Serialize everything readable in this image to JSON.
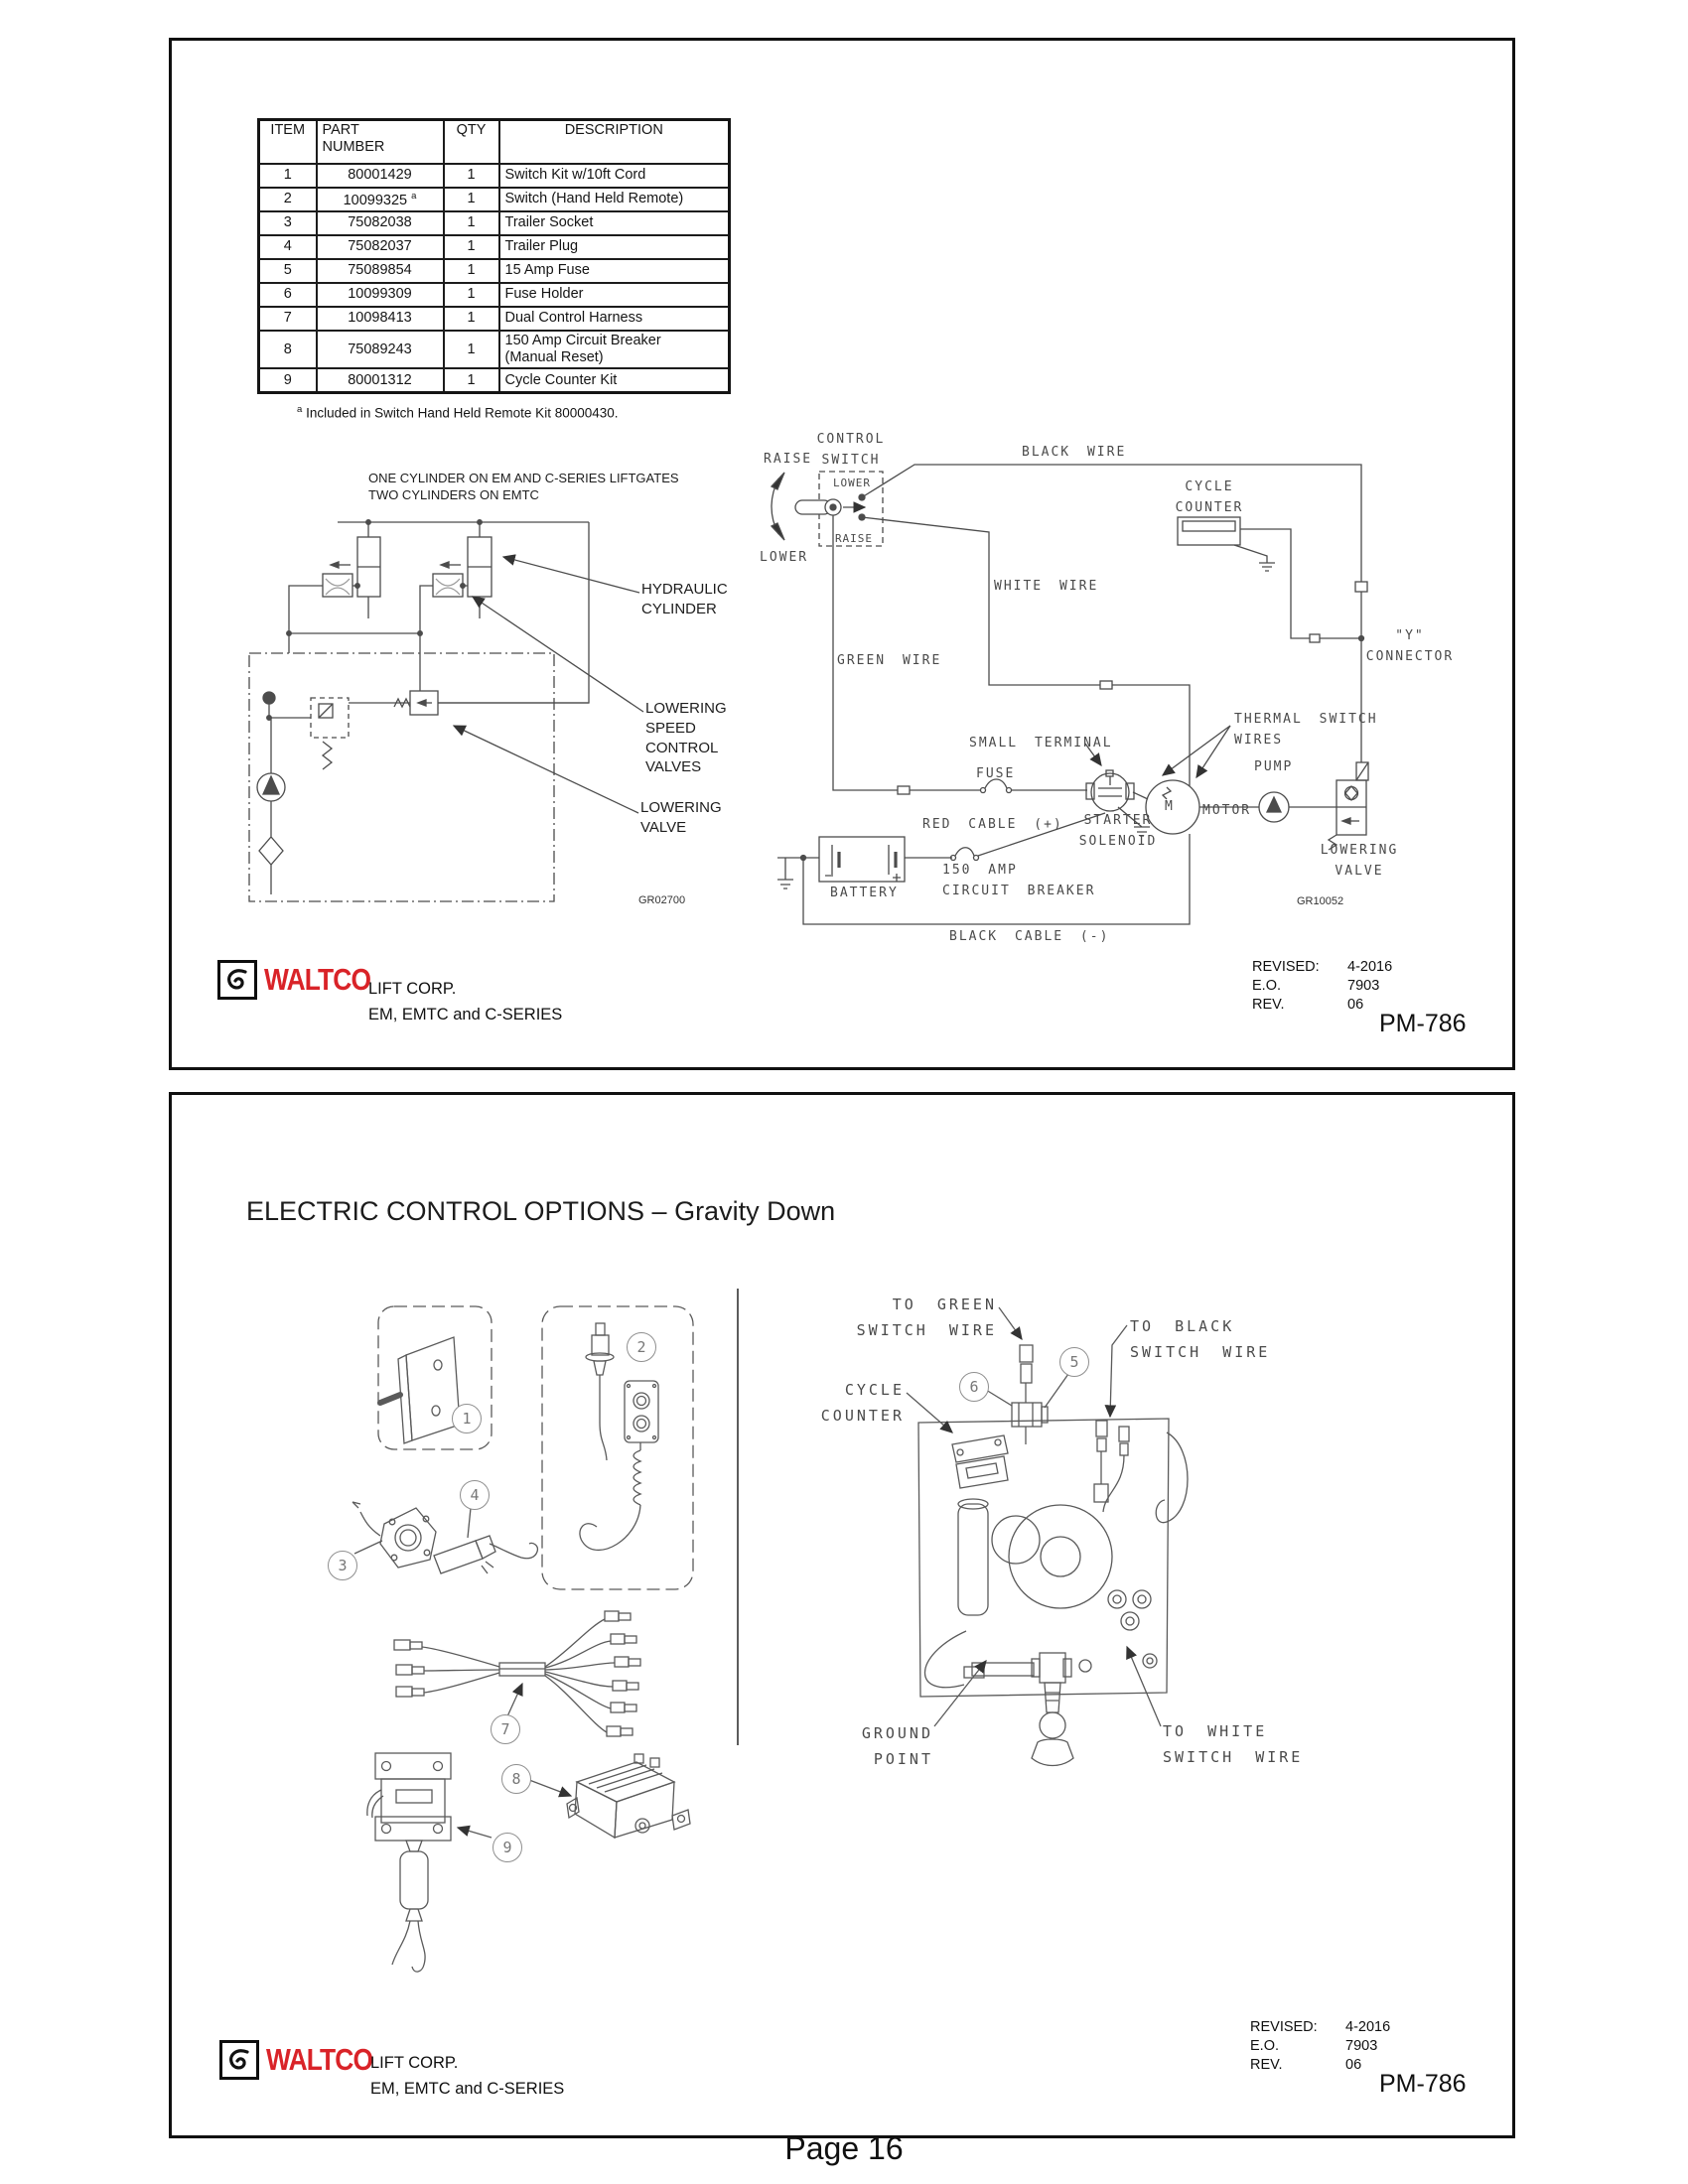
{
  "brand": {
    "logo_text": "WALTCO",
    "company": "LIFT CORP.",
    "series": "EM, EMTC and C-SERIES",
    "logo_color": "#d92328"
  },
  "revision": {
    "revised_label": "REVISED:",
    "revised_value": "4-2016",
    "eo_label": "E.O.",
    "eo_value": "7903",
    "rev_label": "REV.",
    "rev_value": "06",
    "doc_number": "PM-786"
  },
  "page_footer": {
    "page_label": "Page 16"
  },
  "parts_table": {
    "headers": {
      "item": "ITEM",
      "part": "PART\nNUMBER",
      "qty": "QTY",
      "desc": "DESCRIPTION"
    },
    "rows": [
      {
        "item": "1",
        "part": "80001429",
        "qty": "1",
        "desc": "Switch Kit w/10ft Cord"
      },
      {
        "item": "2",
        "part": "10099325",
        "sup": "a",
        "qty": "1",
        "desc": "Switch (Hand Held Remote)"
      },
      {
        "item": "3",
        "part": "75082038",
        "qty": "1",
        "desc": "Trailer Socket"
      },
      {
        "item": "4",
        "part": "75082037",
        "qty": "1",
        "desc": "Trailer Plug"
      },
      {
        "item": "5",
        "part": "75089854",
        "qty": "1",
        "desc": "15 Amp Fuse"
      },
      {
        "item": "6",
        "part": "10099309",
        "qty": "1",
        "desc": "Fuse Holder"
      },
      {
        "item": "7",
        "part": "10098413",
        "qty": "1",
        "desc": "Dual Control Harness"
      },
      {
        "item": "8",
        "part": "75089243",
        "qty": "1",
        "desc": "150 Amp Circuit Breaker\n(Manual Reset)"
      },
      {
        "item": "9",
        "part": "80001312",
        "qty": "1",
        "desc": "Cycle Counter Kit"
      }
    ],
    "footnote_marker": "a",
    "footnote_text": "Included in Switch Hand Held Remote Kit 80000430."
  },
  "hydraulic_diagram": {
    "note": "ONE CYLINDER ON EM AND C-SERIES LIFTGATES\nTWO CYLINDERS ON EMTC",
    "label_hydraulic_cylinder": "HYDRAULIC\nCYLINDER",
    "label_lowering_speed_control": "LOWERING\nSPEED\nCONTROL\nVALVES",
    "label_lowering_valve": "LOWERING\nVALVE",
    "figure_id": "GR02700"
  },
  "electrical_diagram": {
    "label_raise": "RAISE",
    "label_lower": "LOWER",
    "label_control_switch": "CONTROL\nSWITCH",
    "label_switch_lower": "LOWER",
    "label_switch_raise": "RAISE",
    "label_black_wire": "BLACK WIRE",
    "label_white_wire": "WHITE WIRE",
    "label_cycle_counter": "CYCLE\nCOUNTER",
    "label_y_connector": "\"Y\"\nCONNECTOR",
    "label_green_wire": "GREEN WIRE",
    "label_small_terminal": "SMALL TERMINAL",
    "label_thermal_switch_wires": "THERMAL SWITCH\nWIRES",
    "label_fuse": "FUSE",
    "label_pump": "PUMP",
    "label_motor": "MOTOR",
    "motor_letter": "M",
    "label_starter_solenoid": "STARTER\nSOLENOID",
    "label_lowering_valve": "LOWERING\nVALVE",
    "label_red_cable": "RED CABLE (+)",
    "label_battery": "BATTERY",
    "label_circuit_breaker": "150 AMP\nCIRCUIT BREAKER",
    "label_black_cable": "BLACK CABLE (-)",
    "figure_id": "GR10052"
  },
  "bottom_panel": {
    "title": "ELECTRIC CONTROL OPTIONS – Gravity Down",
    "labels": {
      "to_green": "TO GREEN\nSWITCH WIRE",
      "to_black": "TO BLACK\nSWITCH WIRE",
      "cycle_counter": "CYCLE\nCOUNTER",
      "ground_point": "GROUND\nPOINT",
      "to_white": "TO WHITE\nSWITCH WIRE"
    },
    "callouts": {
      "c1": "1",
      "c2": "2",
      "c3": "3",
      "c4": "4",
      "c5": "5",
      "c6": "6",
      "c7": "7",
      "c8": "8",
      "c9": "9"
    }
  }
}
